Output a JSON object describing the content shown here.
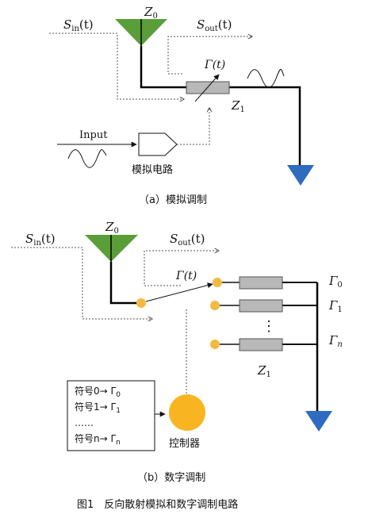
{
  "colors": {
    "antenna": "#5a9e3a",
    "ground": "#2f6bbf",
    "impedance": "#b8b8b8",
    "switch_node": "#f4b942",
    "controller": "#f9b521",
    "wire": "#000000",
    "signal_path": "#555555"
  },
  "panel_a": {
    "z0": "Z",
    "z0_sub": "0",
    "s_in": "S",
    "s_in_sub": "in",
    "s_in_arg": "(t)",
    "s_out": "S",
    "s_out_sub": "out",
    "s_out_arg": "(t)",
    "gamma": "Γ(t)",
    "z1": "Z",
    "z1_sub": "1",
    "input_label": "Input",
    "circuit_label": "模拟电路",
    "caption": "（a）模拟调制"
  },
  "panel_b": {
    "z0": "Z",
    "z0_sub": "0",
    "s_in": "S",
    "s_in_sub": "in",
    "s_in_arg": "(t)",
    "s_out": "S",
    "s_out_sub": "out",
    "s_out_arg": "(t)",
    "gamma": "Γ(t)",
    "gamma0": "Γ",
    "gamma0_sub": "0",
    "gamma1": "Γ",
    "gamma1_sub": "1",
    "gamman": "Γ",
    "gamman_sub": "n",
    "z1": "Z",
    "z1_sub": "1",
    "vdots": "⋮",
    "symbol_rows": [
      {
        "prefix": "符号0→ Γ",
        "sub": "0"
      },
      {
        "prefix": "符号1→ Γ",
        "sub": "1"
      },
      {
        "prefix": "……",
        "sub": ""
      },
      {
        "prefix": "符号n→ Γ",
        "sub": "n"
      }
    ],
    "controller_label": "控制器",
    "caption": "（b）数字调制"
  },
  "figure_caption": "图1　反向散射模拟和数字调制电路"
}
